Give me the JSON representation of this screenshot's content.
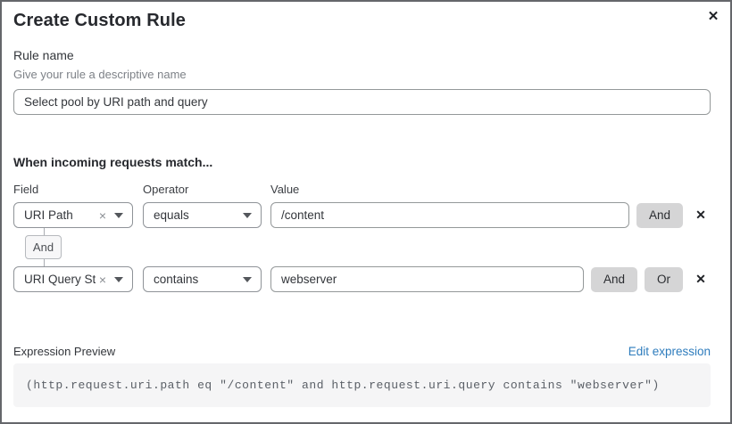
{
  "modal": {
    "title": "Create Custom Rule"
  },
  "icons": {
    "close": "✕",
    "clear": "×",
    "remove": "✕"
  },
  "rule_name": {
    "label": "Rule name",
    "hint": "Give your rule a descriptive name",
    "value": "Select pool by URI path and query"
  },
  "matcher": {
    "heading": "When incoming requests match...",
    "columns": {
      "field": "Field",
      "operator": "Operator",
      "value": "Value"
    },
    "connector_label": "And",
    "rows": [
      {
        "field": "URI Path",
        "operator": "equals",
        "value": "/content",
        "and_label": "And"
      },
      {
        "field": "URI Query St...",
        "operator": "contains",
        "value": "webserver",
        "and_label": "And",
        "or_label": "Or"
      }
    ]
  },
  "expression": {
    "label": "Expression Preview",
    "edit_link": "Edit expression",
    "code": "(http.request.uri.path eq \"/content\" and http.request.uri.query contains \"webserver\")"
  },
  "colors": {
    "link_blue": "#2e7cbd",
    "logic_button_gray": "#d5d5d6",
    "border_gray": "#8f9398",
    "code_background": "#f5f5f6"
  }
}
